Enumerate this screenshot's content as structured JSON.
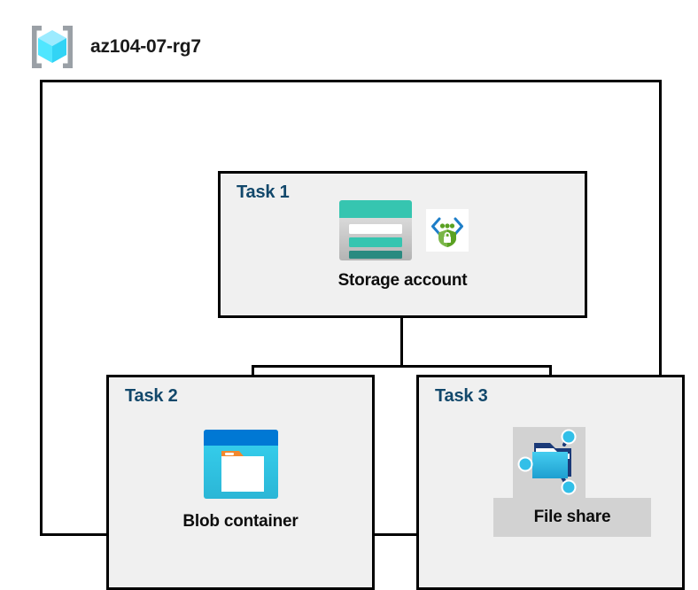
{
  "resource_group": {
    "name": "az104-07-rg7",
    "icon": "resource-group-cube-icon"
  },
  "tasks": [
    {
      "id": "task-1",
      "label": "Task 1",
      "resource_name": "Storage account",
      "icons": [
        "storage-account-icon",
        "secure-endpoint-shield-icon"
      ]
    },
    {
      "id": "task-2",
      "label": "Task 2",
      "resource_name": "Blob container",
      "icons": [
        "blob-container-icon"
      ]
    },
    {
      "id": "task-3",
      "label": "Task 3",
      "resource_name": "File share",
      "icons": [
        "file-share-icon"
      ]
    }
  ],
  "colors": {
    "task_label": "#12486B",
    "caption": "#0d0d0d",
    "box_border": "#000000",
    "box_fill": "#f0f0f0",
    "canvas": "#ffffff",
    "highlight": "#d2d2d2",
    "storage_teal": "#36c5b0",
    "storage_teal_dark": "#2a8a80",
    "blob_blue": "#0078d4",
    "blob_cyan": "#32cdee",
    "blob_orange": "#f2882d",
    "fileshare_cyan": "#32bfe8",
    "fileshare_navy": "#1b3a78",
    "shield_green": "#5aa122",
    "bracket_blue": "#1e7ec8",
    "cube_cyan": "#50e6ff",
    "bracket_gray": "#a0a0a0"
  }
}
